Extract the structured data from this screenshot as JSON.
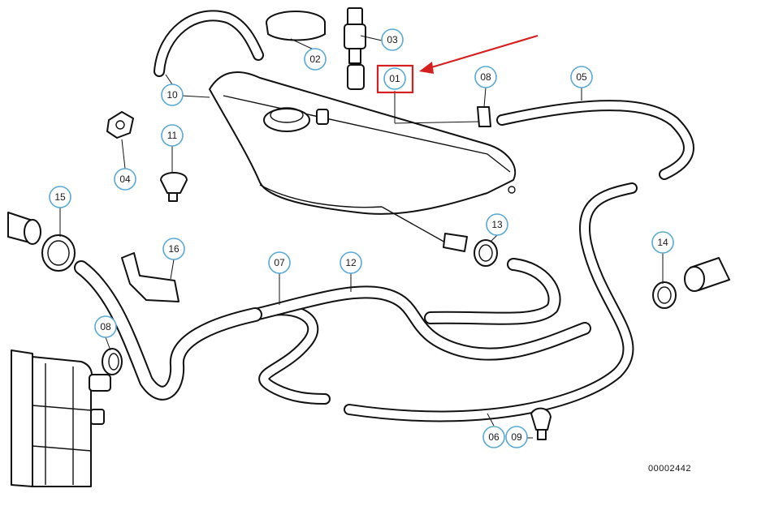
{
  "callouts": [
    {
      "id": "c01",
      "label": "01"
    },
    {
      "id": "c02",
      "label": "02"
    },
    {
      "id": "c03",
      "label": "03"
    },
    {
      "id": "c04",
      "label": "04"
    },
    {
      "id": "c05",
      "label": "05"
    },
    {
      "id": "c06",
      "label": "06"
    },
    {
      "id": "c07",
      "label": "07"
    },
    {
      "id": "c08a",
      "label": "08"
    },
    {
      "id": "c08b",
      "label": "08"
    },
    {
      "id": "c09",
      "label": "09"
    },
    {
      "id": "c10",
      "label": "10"
    },
    {
      "id": "c11",
      "label": "11"
    },
    {
      "id": "c12",
      "label": "12"
    },
    {
      "id": "c13",
      "label": "13"
    },
    {
      "id": "c14",
      "label": "14"
    },
    {
      "id": "c15",
      "label": "15"
    },
    {
      "id": "c16",
      "label": "16"
    }
  ],
  "highlight": {
    "target": "01",
    "color": "#d62020"
  },
  "reference_code": "00002442",
  "colors": {
    "callout_ring": "#5aa9d6",
    "line": "#111111",
    "highlight": "#d62020"
  }
}
